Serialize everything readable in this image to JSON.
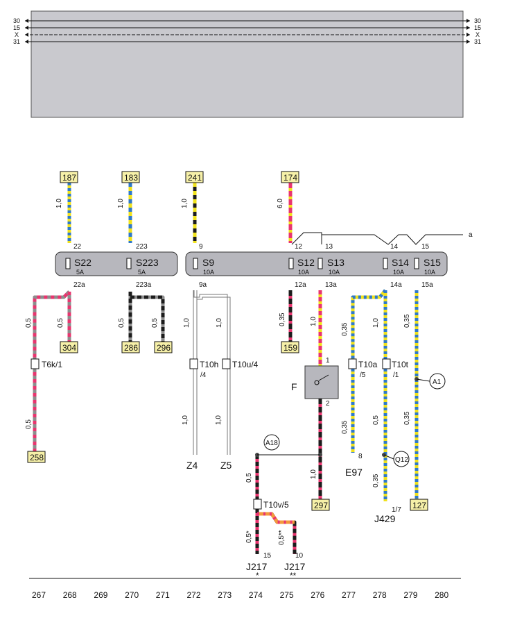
{
  "bus_left": [
    "30",
    "15",
    "X",
    "31"
  ],
  "bus_right": [
    "30",
    "15",
    "X",
    "31"
  ],
  "top_refs": {
    "r187": "187",
    "r183": "183",
    "r241": "241",
    "r174": "174"
  },
  "top_sizes": {
    "w187": "1,0",
    "w183": "1,0",
    "w241": "1,0",
    "w174": "6,0"
  },
  "fuse_top_pins": {
    "p22": "22",
    "p223": "223",
    "p9": "9",
    "p12": "12",
    "p13": "13",
    "p14": "14",
    "p15": "15"
  },
  "fuse_bottom_pins": {
    "p22a": "22a",
    "p223a": "223a",
    "p9a": "9a",
    "p12a": "12a",
    "p13a": "13a",
    "p14a": "14a",
    "p15a": "15a"
  },
  "fuses": {
    "s22": {
      "name": "S22",
      "rating": "5A"
    },
    "s223": {
      "name": "S223",
      "rating": "5A"
    },
    "s9": {
      "name": "S9",
      "rating": "10A"
    },
    "s12": {
      "name": "S12",
      "rating": "10A"
    },
    "s13": {
      "name": "S13",
      "rating": "10A"
    },
    "s14": {
      "name": "S14",
      "rating": "10A"
    },
    "s15": {
      "name": "S15",
      "rating": "10A"
    }
  },
  "branch_a": "a",
  "wire_sizes": {
    "a": "0,5",
    "b": "0,5",
    "c": "0,5",
    "d": "0,5",
    "e": "1,0",
    "f": "1,0",
    "g": "0,35",
    "h": "1,0",
    "i": "0,35",
    "j": "1,0",
    "k": "0,35",
    "l": "0,5",
    "m": "1,0",
    "n": "1,0",
    "o": "0,35",
    "p": "0,5",
    "q": "0,35",
    "r": "0,5",
    "s": "1,0",
    "t": "0,5*",
    "u": "0,5**"
  },
  "refs_mid": {
    "r304": "304",
    "r286": "286",
    "r296": "296",
    "r159": "159",
    "r258": "258",
    "r297": "297",
    "r127": "127"
  },
  "connectors": {
    "t6k": "T6k/1",
    "t10h": "T10h",
    "t10h_pin": "/4",
    "t10u": "T10u/4",
    "t10a": "T10a",
    "t10a_pin": "/5",
    "t10t": "T10t",
    "t10t_pin": "/1",
    "t10v": "T10v/5"
  },
  "points": {
    "a1": "A1",
    "a18": "A18",
    "q12": "Q12"
  },
  "component_f": "F",
  "f_pins": {
    "one": "1",
    "two": "2"
  },
  "grounds": {
    "z4": "Z4",
    "z5": "Z5",
    "e97": "E97",
    "e97_pin": "8",
    "j429": "J429",
    "j429_pin": "1/7"
  },
  "j217": {
    "left": "J217",
    "left_pin": "15",
    "left_mark": "*",
    "right": "J217",
    "right_pin": "10",
    "right_mark": "**"
  },
  "axis": [
    "267",
    "268",
    "269",
    "270",
    "271",
    "272",
    "273",
    "274",
    "275",
    "276",
    "277",
    "278",
    "279",
    "280"
  ],
  "colors": {
    "panel": "#c9c9ce",
    "rail": "#b7b7bd",
    "refbox": "#f6f0a8",
    "red": "#e8356f",
    "yellow": "#f0e21c",
    "blue": "#2f79c8",
    "black": "#1c1c1c",
    "grey": "#8d8d8d",
    "white": "#ffffff",
    "orange": "#f39a3c"
  }
}
